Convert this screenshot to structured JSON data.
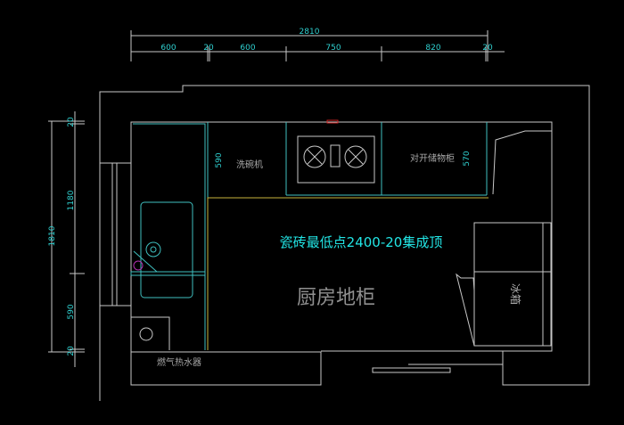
{
  "dimensions": {
    "total_width": "2810",
    "segments": [
      "600",
      "20",
      "600",
      "750",
      "820",
      "20"
    ],
    "total_height": "1810",
    "left_segments": [
      "20",
      "1180",
      "590",
      "20"
    ],
    "dishwasher_depth": "590",
    "storage_depth": "570"
  },
  "labels": {
    "ceiling_note": "瓷砖最低点2400-20集成顶",
    "base_cabinet": "厨房地柜",
    "dishwasher": "洗碗机",
    "storage_cabinet": "对开储物柜",
    "fridge": "冰箱",
    "water_heater": "燃气热水器"
  },
  "colors": {
    "dimension": "#2fd0d0",
    "wall": "#c8c8c8",
    "cabinet": "#3fbfbf",
    "counter_edge": "#c8b43c",
    "marker": "#cc2222"
  }
}
